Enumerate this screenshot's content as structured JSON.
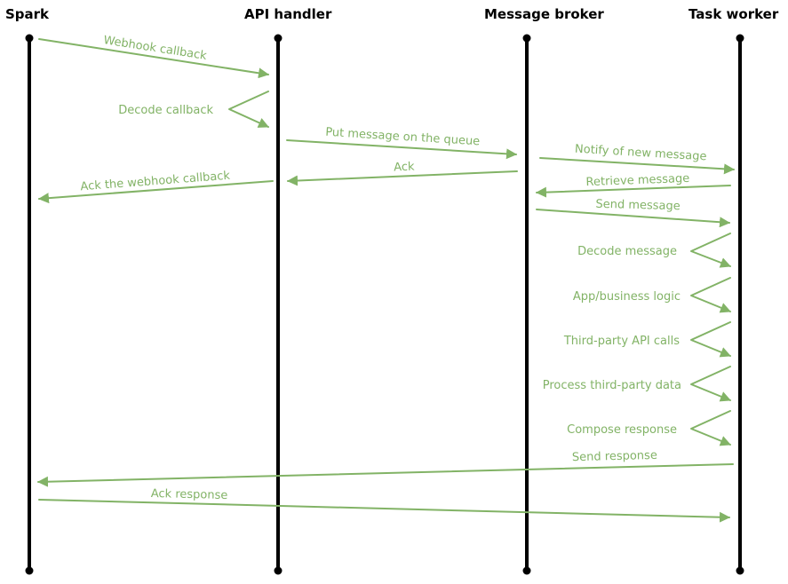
{
  "colors": {
    "message": "#82b366",
    "lifeline": "#000000",
    "background": "#ffffff"
  },
  "actors": [
    {
      "id": "spark",
      "label": "Spark"
    },
    {
      "id": "api",
      "label": "API handler"
    },
    {
      "id": "broker",
      "label": "Message broker"
    },
    {
      "id": "worker",
      "label": "Task worker"
    }
  ],
  "messages": [
    {
      "id": "webhook-callback",
      "label": "Webhook callback",
      "from": "spark",
      "to": "api"
    },
    {
      "id": "decode-callback",
      "label": "Decode callback",
      "from": "api",
      "to": "api",
      "self": true
    },
    {
      "id": "put-message",
      "label": "Put message on the queue",
      "from": "api",
      "to": "broker"
    },
    {
      "id": "ack",
      "label": "Ack",
      "from": "broker",
      "to": "api"
    },
    {
      "id": "ack-webhook",
      "label": "Ack the webhook callback",
      "from": "api",
      "to": "spark"
    },
    {
      "id": "notify-new-message",
      "label": "Notify of new message",
      "from": "broker",
      "to": "worker"
    },
    {
      "id": "retrieve-message",
      "label": "Retrieve message",
      "from": "worker",
      "to": "broker"
    },
    {
      "id": "send-message",
      "label": "Send message",
      "from": "broker",
      "to": "worker"
    },
    {
      "id": "decode-message",
      "label": "Decode message",
      "from": "worker",
      "to": "worker",
      "self": true
    },
    {
      "id": "business-logic",
      "label": "App/business logic",
      "from": "worker",
      "to": "worker",
      "self": true
    },
    {
      "id": "third-party-calls",
      "label": "Third-party API calls",
      "from": "worker",
      "to": "worker",
      "self": true
    },
    {
      "id": "process-third-party",
      "label": "Process third-party data",
      "from": "worker",
      "to": "worker",
      "self": true
    },
    {
      "id": "compose-response",
      "label": "Compose response",
      "from": "worker",
      "to": "worker",
      "self": true
    },
    {
      "id": "send-response",
      "label": "Send response",
      "from": "worker",
      "to": "spark"
    },
    {
      "id": "ack-response",
      "label": "Ack response",
      "from": "spark",
      "to": "worker"
    }
  ]
}
